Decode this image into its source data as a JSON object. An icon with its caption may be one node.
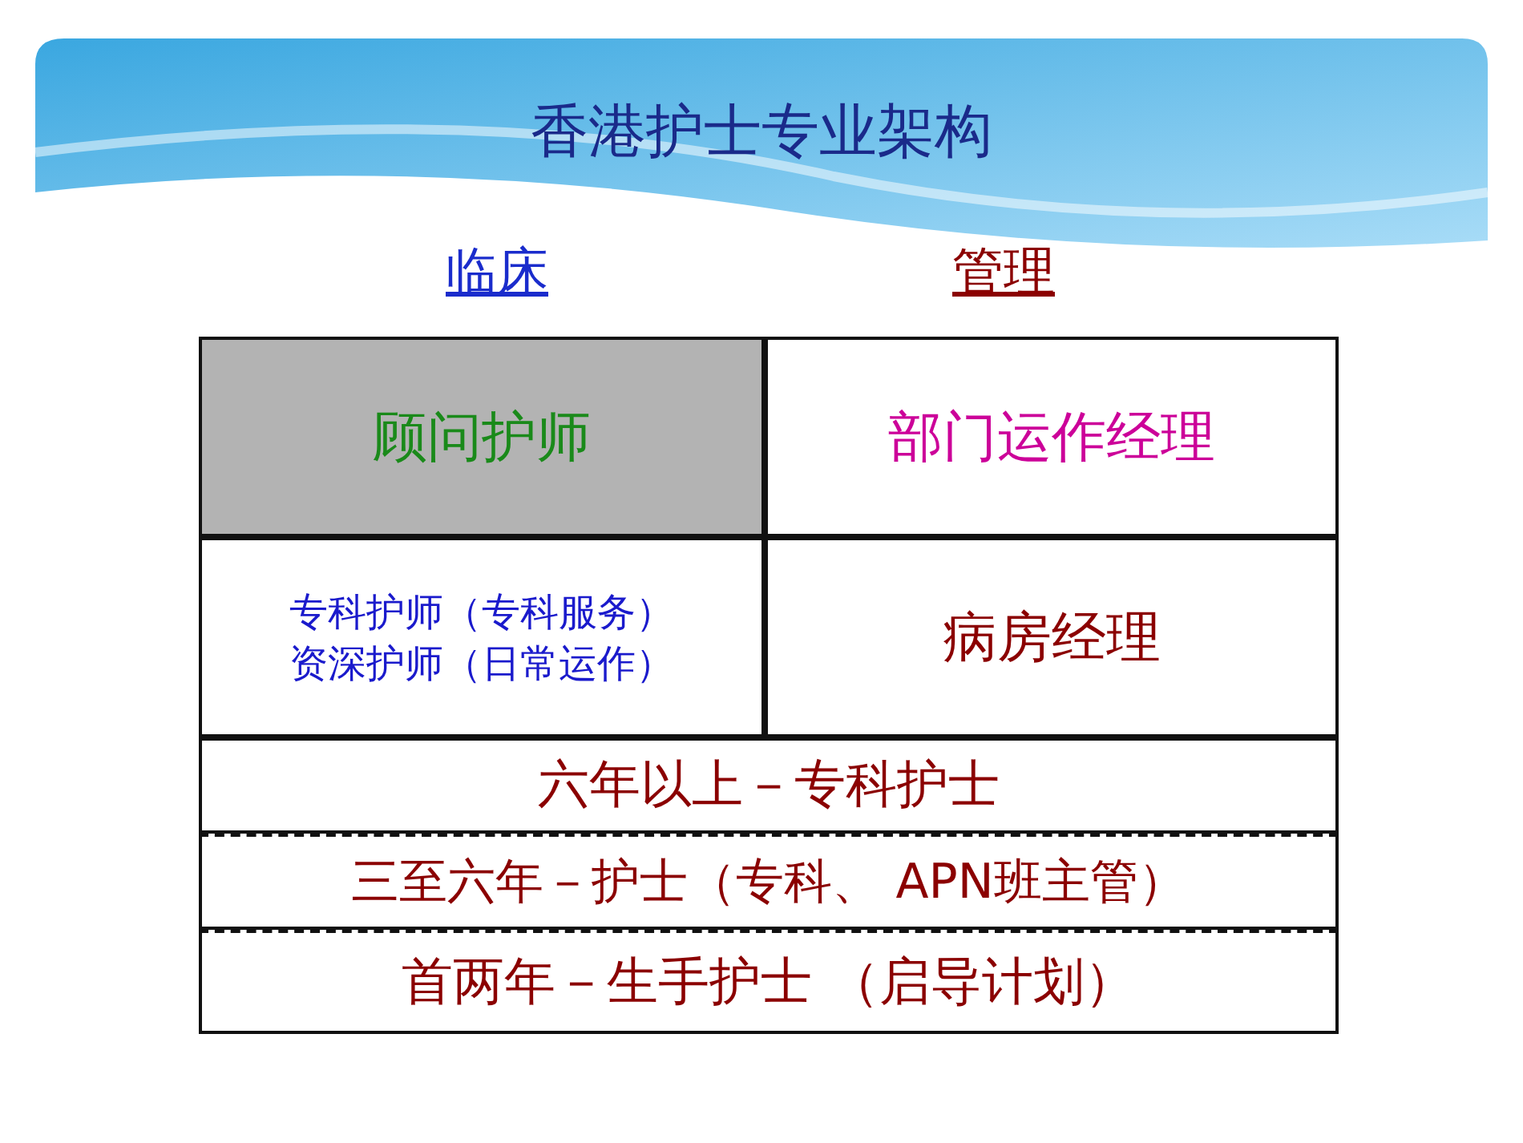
{
  "diagram": {
    "title": "香港护士专业架构",
    "nodes": [
      {
        "text": [
          "顾问护师"
        ]
      },
      {
        "text": [
          "部门运作经理"
        ]
      },
      {
        "text": [
          "专科护师（专科服务）",
          "资深护师（日常运作）"
        ]
      },
      {
        "text": [
          "病房经理"
        ]
      },
      {
        "text": [
          "六年以上－专科护士"
        ]
      },
      {
        "text": [
          "三至六年－护士（专科、 APN班主管）"
        ]
      },
      {
        "text": [
          "首两年－生手护士 （启导计划）"
        ]
      }
    ],
    "labels": [
      "临床",
      "管理"
    ]
  }
}
